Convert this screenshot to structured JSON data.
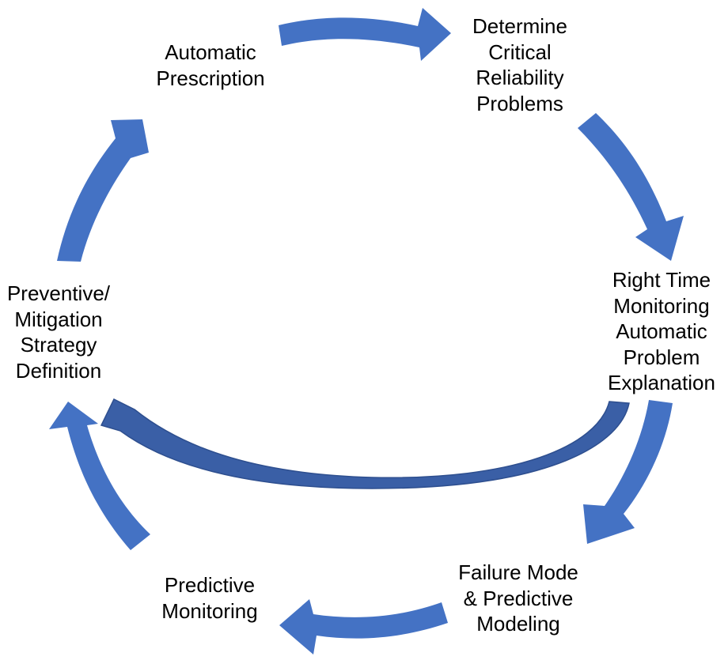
{
  "colors": {
    "arrow": "#4472C4",
    "feedback_arrow": "#3A5FA6",
    "feedback_arrow_edge": "#2E4F8F",
    "text": "#000000",
    "background": "#FFFFFF"
  },
  "nodes": [
    {
      "id": "automatic-prescription",
      "lines": [
        "Automatic",
        "Prescription"
      ]
    },
    {
      "id": "determine-critical-reliability-problems",
      "lines": [
        "Determine",
        "Critical",
        "Reliability",
        "Problems"
      ]
    },
    {
      "id": "right-time-monitoring",
      "lines": [
        "Right Time",
        "Monitoring",
        "Automatic",
        "Problem",
        "Explanation"
      ]
    },
    {
      "id": "failure-mode-predictive-modeling",
      "lines": [
        "Failure Mode",
        "& Predictive",
        "Modeling"
      ]
    },
    {
      "id": "predictive-monitoring",
      "lines": [
        "Predictive",
        "Monitoring"
      ]
    },
    {
      "id": "preventive-mitigation-strategy",
      "lines": [
        "Preventive/",
        "Mitigation",
        "Strategy",
        "Definition"
      ]
    }
  ],
  "edges": [
    {
      "from": "automatic-prescription",
      "to": "determine-critical-reliability-problems"
    },
    {
      "from": "determine-critical-reliability-problems",
      "to": "right-time-monitoring"
    },
    {
      "from": "right-time-monitoring",
      "to": "failure-mode-predictive-modeling"
    },
    {
      "from": "failure-mode-predictive-modeling",
      "to": "predictive-monitoring"
    },
    {
      "from": "predictive-monitoring",
      "to": "preventive-mitigation-strategy"
    },
    {
      "from": "preventive-mitigation-strategy",
      "to": "automatic-prescription"
    },
    {
      "from": "right-time-monitoring",
      "to": "preventive-mitigation-strategy"
    }
  ]
}
